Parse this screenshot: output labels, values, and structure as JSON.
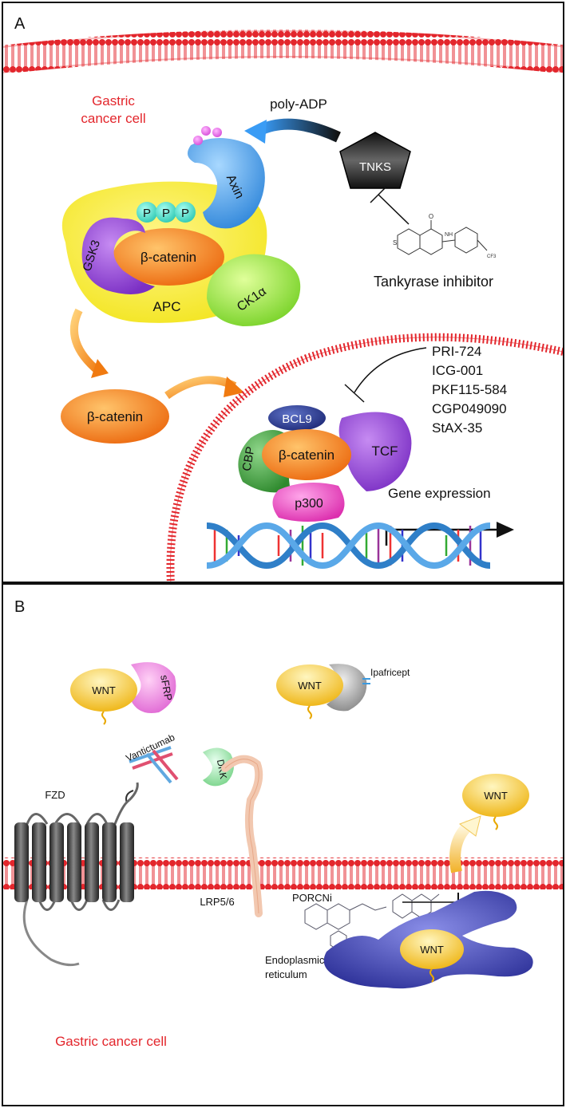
{
  "panel_a": {
    "label": "A",
    "cell_label_line1": "Gastric",
    "cell_label_line2": "cancer cell",
    "poly_adp": "poly-ADP",
    "tnks": "TNKS",
    "tankyrase_inhibitor": "Tankyrase inhibitor",
    "axin": "Axin",
    "p_labels": [
      "P",
      "P",
      "P"
    ],
    "gsk3": "GSK3",
    "beta_catenin": "β-catenin",
    "apc": "APC",
    "ck1a": "CK1α",
    "free_beta_catenin": "β-catenin",
    "inhibitors": [
      "PRI-724",
      "ICG-001",
      "PKF115-584",
      "CGP049090",
      "StAX-35"
    ],
    "bcl9": "BCL9",
    "cbp": "CBP",
    "nuclear_beta_catenin": "β-catenin",
    "tcf": "TCF",
    "p300": "p300",
    "gene_expression": "Gene expression",
    "colors": {
      "membrane": "#e3262c",
      "cell_label": "#e3262c",
      "apc": "#f5ef1d",
      "gsk3": "#8b3fd0",
      "beta_catenin": "#f27c1e",
      "axin": "#3a8fde",
      "ck1a": "#8ee23a",
      "cbp": "#3f9a3a",
      "p300": "#ec3fb9",
      "tcf": "#a34fd8",
      "bcl9": "#2a3a8c"
    }
  },
  "panel_b": {
    "label": "B",
    "wnt": "WNT",
    "sfrp": "sFRP",
    "ipafricept": "Ipafricept",
    "vantictumab": "Vantictumab",
    "dkk": "DKK",
    "fzd": "FZD",
    "lrp": "LRP5/6",
    "porcni": "PORCNi",
    "er_line1": "Endoplasmic",
    "er_line2": "reticulum",
    "cell_label": "Gastric cancer cell",
    "colors": {
      "wnt": "#f6c21c",
      "sfrp": "#ee7fe0",
      "dkk": "#9fe3a8",
      "er": "#3b3fa8",
      "fzd": "#444444"
    }
  }
}
